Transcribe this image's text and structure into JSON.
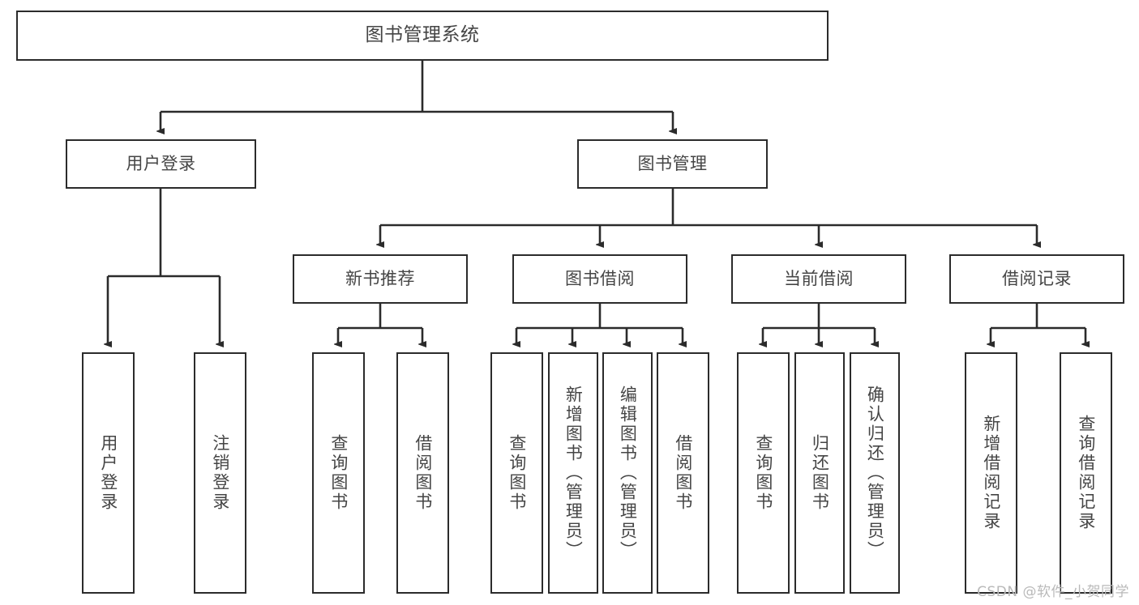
{
  "diagram": {
    "type": "tree-hierarchy-chart",
    "title": "图书管理系统",
    "watermark": "CSDN @软件_小贺同学",
    "colors": {
      "box_border": "#2b2b2b",
      "box_fill": "#ffffff",
      "connector": "#2b2b2b",
      "text": "#454545",
      "watermark": "#b9b9b9",
      "background": "#ffffff"
    },
    "levels": {
      "root": {
        "label": "图书管理系统"
      },
      "level2": [
        {
          "label": "用户登录"
        },
        {
          "label": "图书管理"
        }
      ],
      "level3": [
        {
          "label": "新书推荐"
        },
        {
          "label": "图书借阅"
        },
        {
          "label": "当前借阅"
        },
        {
          "label": "借阅记录"
        }
      ],
      "leaves_user_login": [
        {
          "label": "用户登录"
        },
        {
          "label": "注销登录"
        }
      ],
      "leaves_new_book": [
        {
          "label": "查询图书"
        },
        {
          "label": "借阅图书"
        }
      ],
      "leaves_borrow": [
        {
          "label": "查询图书"
        },
        {
          "label": "新增图书（管理员）"
        },
        {
          "label": "编辑图书（管理员）"
        },
        {
          "label": "借阅图书"
        }
      ],
      "leaves_current": [
        {
          "label": "查询图书"
        },
        {
          "label": "归还图书"
        },
        {
          "label": "确认归还（管理员）"
        }
      ],
      "leaves_records": [
        {
          "label": "新增借阅记录"
        },
        {
          "label": "查询借阅记录"
        }
      ]
    }
  }
}
